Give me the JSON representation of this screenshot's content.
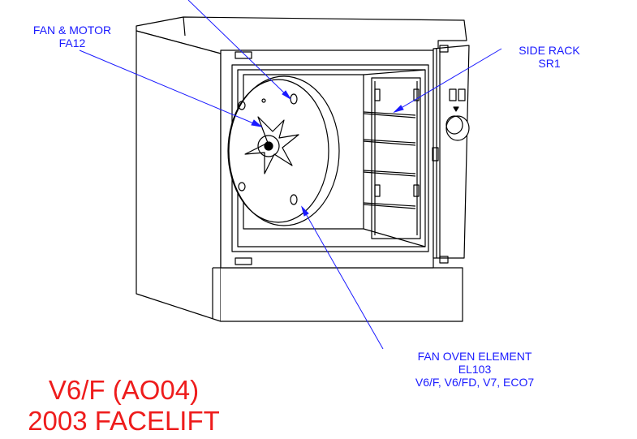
{
  "labels": {
    "fan_motor": {
      "name": "FAN & MOTOR",
      "code": "FA12"
    },
    "side_rack": {
      "name": "SIDE RACK",
      "code": "SR1"
    },
    "fan_element": {
      "name": "FAN OVEN ELEMENT",
      "code": "EL103",
      "models": "V6/F, V6/FD, V7, ECO7"
    }
  },
  "title": {
    "line1": "V6/F (AO04)",
    "line2": "2003 FACELIFT"
  },
  "colors": {
    "label": "#1a1aff",
    "title": "#ee1c1c",
    "line": "#000000"
  }
}
